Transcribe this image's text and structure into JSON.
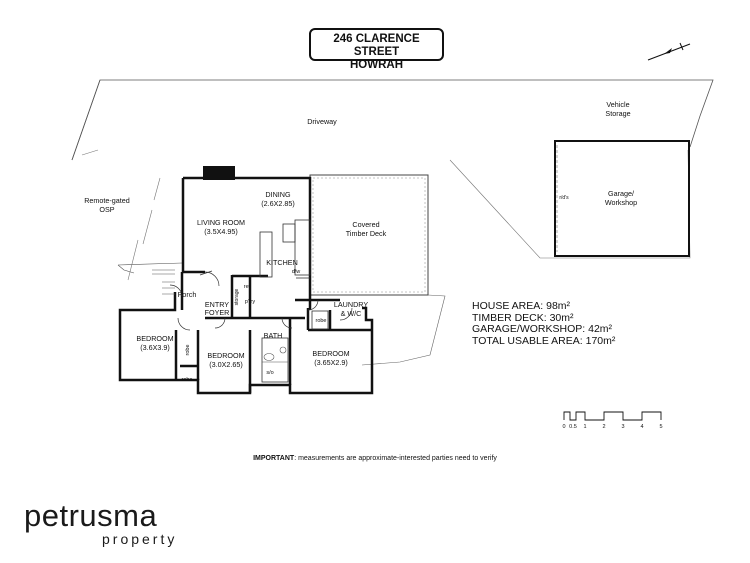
{
  "title": {
    "line1": "246 CLARENCE STREET",
    "line2": "HOWRAH"
  },
  "labels": {
    "driveway": "Driveway",
    "vehicle_storage_1": "Vehicle",
    "vehicle_storage_2": "Storage",
    "garage_1": "Garage/",
    "garage_2": "Workshop",
    "roller_door": "r/d's",
    "remote_gated_1": "Remote-gated",
    "remote_gated_2": "OSP",
    "dining_name": "DINING",
    "dining_size": "(2.6X2.85)",
    "living_name": "LIVING ROOM",
    "living_size": "(3.5X4.95)",
    "kitchen": "KITCHEN",
    "dw": "d/w",
    "deck_1": "Covered",
    "deck_2": "Timber Deck",
    "porch": "Porch",
    "storage": "storage",
    "ref": "ref",
    "pantry": "p'try",
    "entry_1": "ENTRY",
    "entry_2": "FOYER",
    "laundry_1": "LAUNDRY",
    "laundry_2": "& W/C",
    "robe_a": "robe",
    "robe_b": "robe",
    "robe_c": "robe",
    "bed1_name": "BEDROOM",
    "bed1_size": "(3.6X3.9)",
    "bed2_name": "BEDROOM",
    "bed2_size": "(3.0X2.65)",
    "bath": "BATH",
    "shower": "s/o",
    "bed3_name": "BEDROOM",
    "bed3_size": "(3.65X2.9)"
  },
  "stats": [
    "HOUSE AREA: 98m²",
    "TIMBER DECK: 30m²",
    "GARAGE/WORKSHOP: 42m²",
    "TOTAL USABLE AREA: 170m²"
  ],
  "scale_ticks": [
    "0",
    "0.5",
    "1",
    "2",
    "3",
    "4",
    "5"
  ],
  "note": {
    "bold": "IMPORTANT",
    "text": ": measurements are approximate-interested parties need to verify"
  },
  "logo": {
    "brand": "petrusma",
    "sub": "property"
  }
}
